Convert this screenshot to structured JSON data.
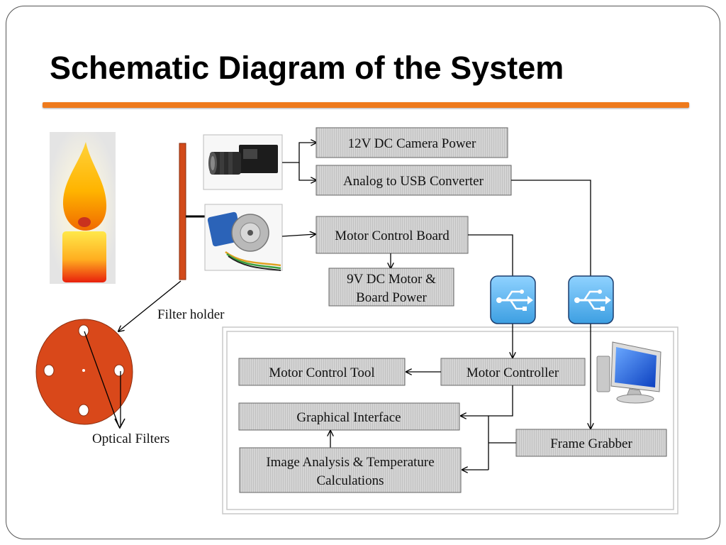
{
  "title": "Schematic Diagram of the System",
  "colors": {
    "accent_rule": "#ee7a1c",
    "filter_wheel": "#d9481a",
    "usb_blue": "#5bb5ee",
    "box_fill": "#d2d2d2"
  },
  "icons": [
    "candle-flame-icon",
    "camera-photo-icon",
    "stepper-motor-photo-icon",
    "usb-icon",
    "computer-monitor-icon"
  ],
  "boxes": {
    "camera_power": "12V DC Camera Power",
    "usb_converter": "Analog to USB Converter",
    "motor_board": "Motor Control Board",
    "motor_power_line1": "9V DC Motor &",
    "motor_power_line2": "Board Power",
    "motor_tool": "Motor Control Tool",
    "motor_controller": "Motor Controller",
    "graphical_interface": "Graphical Interface",
    "frame_grabber": "Frame Grabber",
    "image_analysis_line1": "Image Analysis & Temperature",
    "image_analysis_line2": "Calculations"
  },
  "labels": {
    "filter_holder": "Filter holder",
    "optical_filters": "Optical Filters"
  }
}
